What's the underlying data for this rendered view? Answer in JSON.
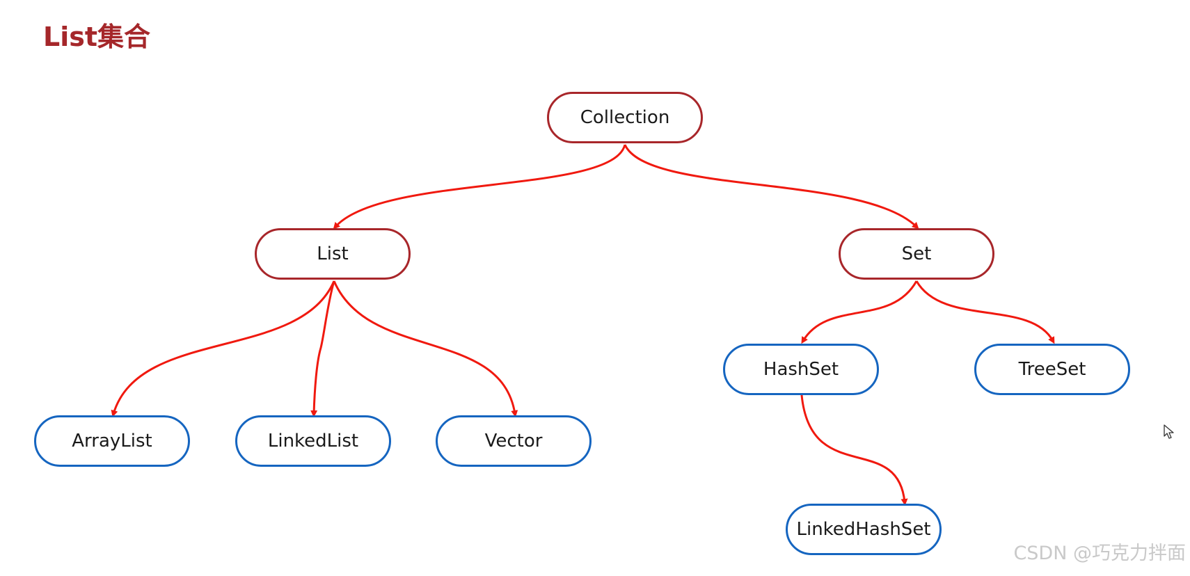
{
  "title": "List集合",
  "colors": {
    "title": "#a5272a",
    "interface_border": "#a8262a",
    "class_border": "#1565c0",
    "edge": "#f0190f"
  },
  "nodes": {
    "collection": "Collection",
    "list": "List",
    "set": "Set",
    "arraylist": "ArrayList",
    "linkedlist": "LinkedList",
    "vector": "Vector",
    "hashset": "HashSet",
    "treeset": "TreeSet",
    "linkedhashset": "LinkedHashSet"
  },
  "edges": [
    {
      "from": "Collection",
      "to": "List"
    },
    {
      "from": "Collection",
      "to": "Set"
    },
    {
      "from": "List",
      "to": "ArrayList"
    },
    {
      "from": "List",
      "to": "LinkedList"
    },
    {
      "from": "List",
      "to": "Vector"
    },
    {
      "from": "Set",
      "to": "HashSet"
    },
    {
      "from": "Set",
      "to": "TreeSet"
    },
    {
      "from": "HashSet",
      "to": "LinkedHashSet"
    }
  ],
  "watermark": "CSDN @巧克力拌面",
  "cursor_icon": "mouse-pointer-icon"
}
